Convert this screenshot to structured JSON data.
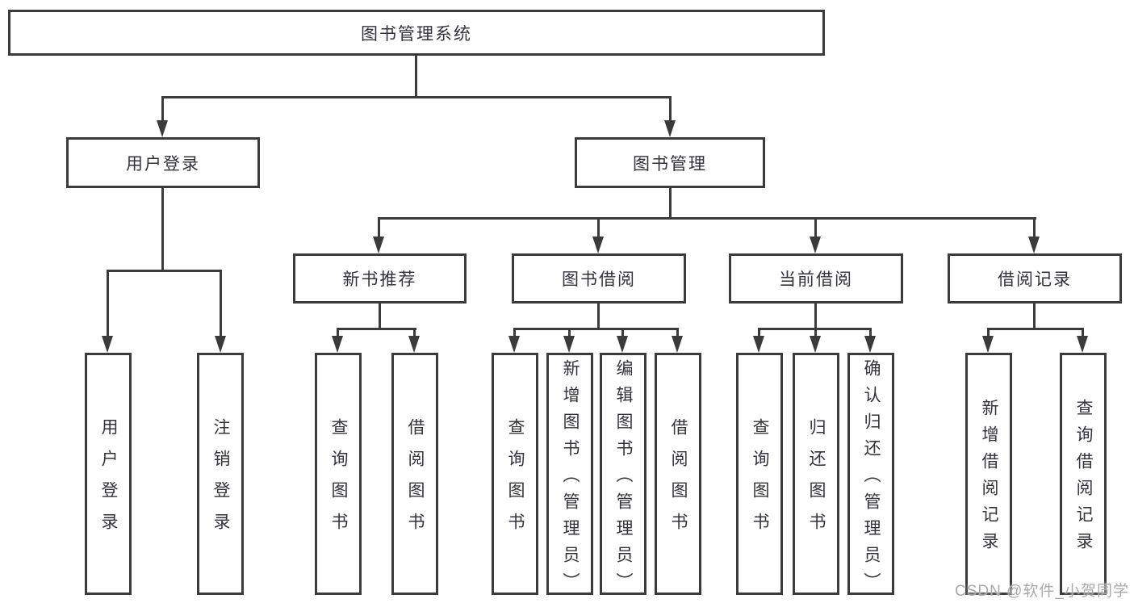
{
  "tree": {
    "label": "图书管理系统",
    "children": [
      {
        "label": "用户登录",
        "children": [
          {
            "label": "用户登录"
          },
          {
            "label": "注销登录"
          }
        ]
      },
      {
        "label": "图书管理",
        "children": [
          {
            "label": "新书推荐",
            "children": [
              {
                "label": "查询图书"
              },
              {
                "label": "借阅图书"
              }
            ]
          },
          {
            "label": "图书借阅",
            "children": [
              {
                "label": "查询图书"
              },
              {
                "label": "新增图书（管理员）"
              },
              {
                "label": "编辑图书（管理员）"
              },
              {
                "label": "借阅图书"
              }
            ]
          },
          {
            "label": "当前借阅",
            "children": [
              {
                "label": "查询图书"
              },
              {
                "label": "归还图书"
              },
              {
                "label": "确认归还（管理员）"
              }
            ]
          },
          {
            "label": "借阅记录",
            "children": [
              {
                "label": "新增借阅记录"
              },
              {
                "label": "查询借阅记录"
              }
            ]
          }
        ]
      }
    ]
  },
  "watermark": {
    "text": "CSDN @软件_小贺同学"
  },
  "colors": {
    "line": "#3b3b3b",
    "text": "#33333a",
    "background": "#ffffff",
    "watermark": "#a9a9a9"
  }
}
